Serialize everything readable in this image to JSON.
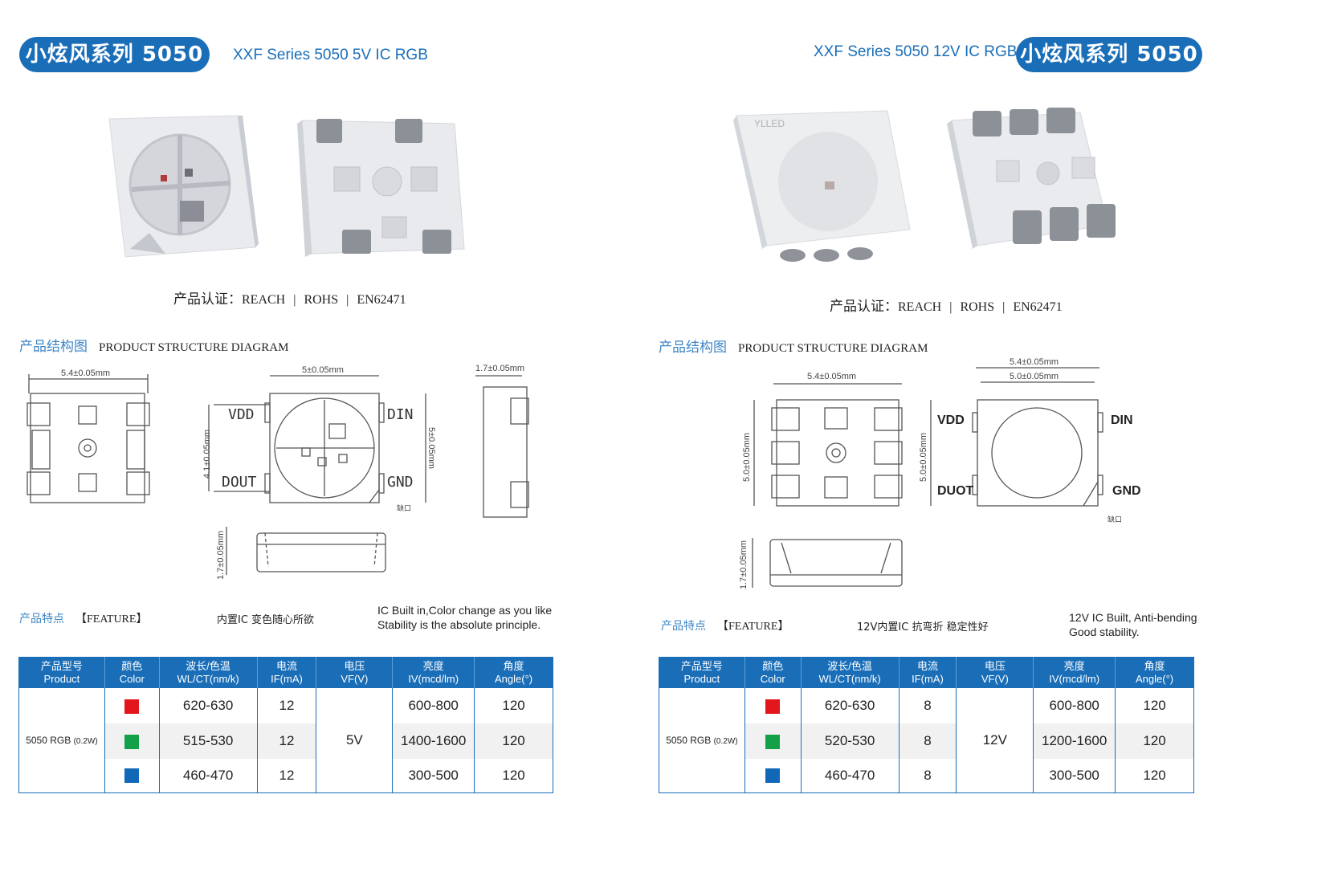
{
  "left": {
    "series_pill": "小炫风系列 5050",
    "subtitle": "XXF Series 5050  5V  IC  RGB",
    "cert_label": "产品认证：",
    "certs": [
      "REACH",
      "ROHS",
      "EN62471"
    ],
    "structure_cn": "产品结构图",
    "structure_en": "PRODUCT  STRUCTURE DIAGRAM",
    "dims": {
      "width": "5.4±0.05mm",
      "top": "5±0.05mm",
      "side_h": "4.1±0.05mm",
      "side_v": "5±0.05mm",
      "thick": "1.7±0.05mm",
      "thick2": "1.7±0.05mm"
    },
    "pins": {
      "vdd": "VDD",
      "din": "DIN",
      "dout": "DOUT",
      "gnd": "GND",
      "notch": "缺口"
    },
    "feature_cn": "产品特点",
    "feature_en": "【FEATURE】",
    "feature_desc_cn": "内置IC  变色随心所欲",
    "feature_desc_en1": "IC Built in,Color change as you like",
    "feature_desc_en2": "Stability is the absolute principle.",
    "table": {
      "headers": [
        {
          "cn": "产品型号",
          "en": "Product"
        },
        {
          "cn": "颜色",
          "en": "Color"
        },
        {
          "cn": "波长/色温",
          "en": "WL/CT(nm/k)"
        },
        {
          "cn": "电流",
          "en": "IF(mA)"
        },
        {
          "cn": "电压",
          "en": "VF(V)"
        },
        {
          "cn": "亮度",
          "en": "IV(mcd/lm)"
        },
        {
          "cn": "角度",
          "en": "Angle(°)"
        }
      ],
      "product": "5050 RGB",
      "product_power": "(0.2W)",
      "voltage": "5V",
      "rows": [
        {
          "color": "#e3161c",
          "wl": "620-630",
          "if": "12",
          "iv": "600-800",
          "angle": "120"
        },
        {
          "color": "#14a049",
          "wl": "515-530",
          "if": "12",
          "iv": "1400-1600",
          "angle": "120"
        },
        {
          "color": "#1168b8",
          "wl": "460-470",
          "if": "12",
          "iv": "300-500",
          "angle": "120"
        }
      ]
    }
  },
  "right": {
    "series_pill": "小炫风系列 5050",
    "subtitle": "XXF Series 5050  12V  IC  RGB",
    "brand_mark": "YLLED",
    "cert_label": "产品认证：",
    "certs": [
      "REACH",
      "ROHS",
      "EN62471"
    ],
    "structure_cn": "产品结构图",
    "structure_en": "PRODUCT  STRUCTURE DIAGRAM",
    "dims": {
      "width": "5.4±0.05mm",
      "top1": "5.4±0.05mm",
      "top2": "5.0±0.05mm",
      "side1": "5.0±0.05mm",
      "side2": "5.0±0.05mm",
      "thick": "1.7±0.05mm"
    },
    "pins": {
      "vdd": "VDD",
      "din": "DIN",
      "dout": "DUOT",
      "gnd": "GND",
      "notch": "缺口"
    },
    "feature_cn": "产品特点",
    "feature_en": "【FEATURE】",
    "feature_desc_cn": "12V内置IC  抗弯折  稳定性好",
    "feature_desc_en1": "12V IC Built, Anti-bending",
    "feature_desc_en2": "Good stability.",
    "table": {
      "headers": [
        {
          "cn": "产品型号",
          "en": "Product"
        },
        {
          "cn": "颜色",
          "en": "Color"
        },
        {
          "cn": "波长/色温",
          "en": "WL/CT(nm/k)"
        },
        {
          "cn": "电流",
          "en": "IF(mA)"
        },
        {
          "cn": "电压",
          "en": "VF(V)"
        },
        {
          "cn": "亮度",
          "en": "IV(mcd/lm)"
        },
        {
          "cn": "角度",
          "en": "Angle(°)"
        }
      ],
      "product": "5050 RGB",
      "product_power": "(0.2W)",
      "voltage": "12V",
      "rows": [
        {
          "color": "#e3161c",
          "wl": "620-630",
          "if": "8",
          "iv": "600-800",
          "angle": "120"
        },
        {
          "color": "#14a049",
          "wl": "520-530",
          "if": "8",
          "iv": "1200-1600",
          "angle": "120"
        },
        {
          "color": "#1168b8",
          "wl": "460-470",
          "if": "8",
          "iv": "300-500",
          "angle": "120"
        }
      ]
    }
  }
}
